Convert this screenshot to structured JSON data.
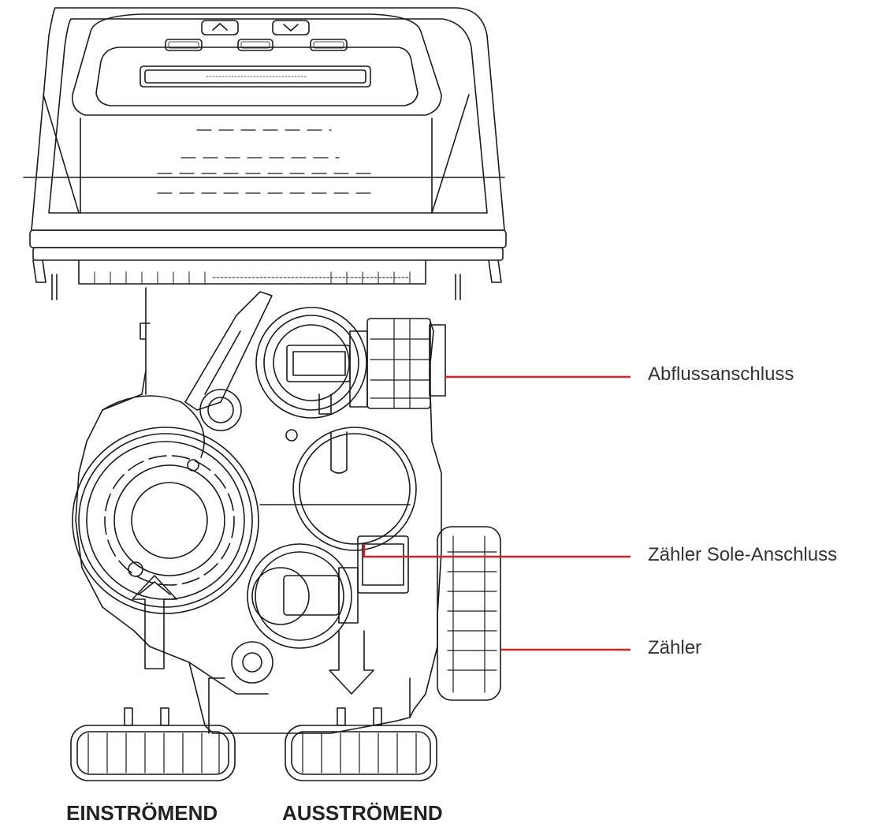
{
  "callouts": {
    "drain": "Abflussanschluss",
    "brine_meter": "Zähler Sole-Anschluss",
    "meter": "Zähler"
  },
  "ports": {
    "inlet": "EINSTRÖMEND",
    "outlet": "AUSSTRÖMEND"
  },
  "colors": {
    "line_art": "#1a1a1a",
    "callout_line": "#d2232a",
    "text": "#333333"
  }
}
